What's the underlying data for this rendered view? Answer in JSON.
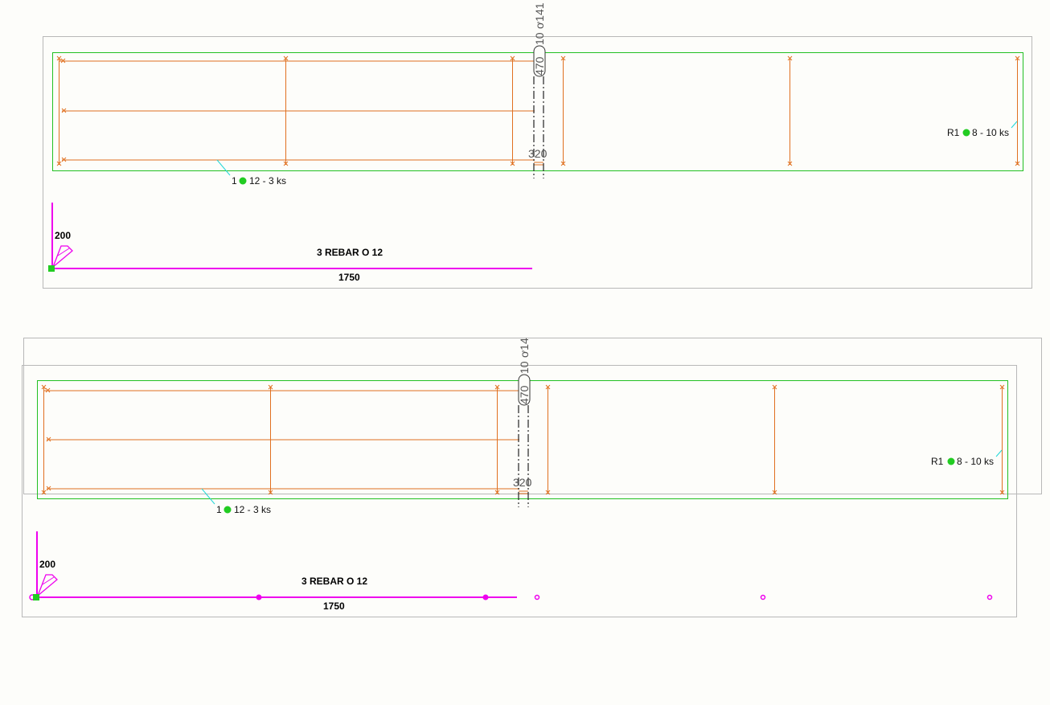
{
  "colors": {
    "background": "#fdfdfa",
    "frame": "#b8b8b8",
    "outline": "#22c022",
    "rebar": "#e07020",
    "annotation": "#ee00ee",
    "leader": "#22d8d8",
    "marker": "#22cc22",
    "section": "#222222"
  },
  "views": [
    {
      "rebar_label": "1",
      "rebar_spec": "12 - 3 ks",
      "stirrup_label": "R1",
      "stirrup_spec": "8 - 10 ks",
      "section_top": "10",
      "section_mid": "470",
      "section_id": "ơ141",
      "section_width": "320",
      "dim_height": "200",
      "dim_title": "3 REBAR O 12",
      "dim_length": "1750"
    },
    {
      "rebar_label": "1",
      "rebar_spec": "12 - 3 ks",
      "stirrup_label": "R1",
      "stirrup_spec": "8 - 10 ks",
      "section_top": "10",
      "section_mid": "470",
      "section_id": "ơ14",
      "section_width": "320",
      "dim_height": "200",
      "dim_title": "3 REBAR O 12",
      "dim_length": "1750"
    }
  ]
}
